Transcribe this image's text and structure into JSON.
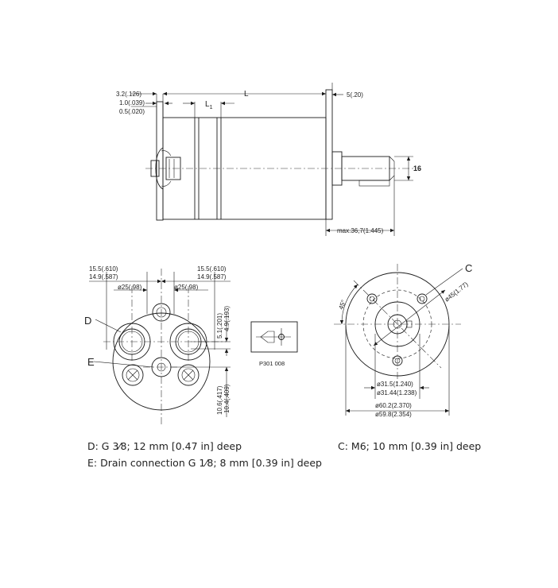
{
  "side_view": {
    "dim_flange": "3.2(.126)",
    "dim_gap_max": "1.0(.039)",
    "dim_gap_min": "0.5(.020)",
    "dim_L": "L",
    "dim_L1_letter": "L",
    "dim_L1_sub": "1",
    "dim_right": "5(.20)",
    "dim_shaft": "16",
    "dim_shaft_length": "max.36,7(1.445)"
  },
  "front_view": {
    "dim_left_max": "15.5(.610)",
    "dim_left_min": "14.9(.587)",
    "dim_right_max": "15.5(.610)",
    "dim_right_min": "14.9(.587)",
    "dim_port_left": "ø25(.98)",
    "dim_port_right": "ø25(.98)",
    "dim_v_top_max": "5.1(.201)",
    "dim_v_top_min": "4.9(.193)",
    "dim_v_bottom_max": "10.6(.417)",
    "dim_v_bottom_min": "10.4(.409)",
    "label_D": "D",
    "label_E": "E"
  },
  "detail_symbol": {
    "code": "P301 008"
  },
  "rear_view": {
    "label_C": "C",
    "angle": "45°",
    "dim_bolt_circle": "ø45(1.77)",
    "dim_pilot_max": "ø31.5(1.240)",
    "dim_pilot_min": "ø31.44(1.238)",
    "dim_outer_max": "ø60.2(2.370)",
    "dim_outer_min": "ø59.8(2.354)"
  },
  "notes": {
    "D": "D: G 3⁄8; 12 mm [0.47 in] deep",
    "E": "E: Drain connection G 1⁄8; 8 mm [0.39 in] deep",
    "C": "C: M6; 10 mm [0.39 in] deep"
  }
}
